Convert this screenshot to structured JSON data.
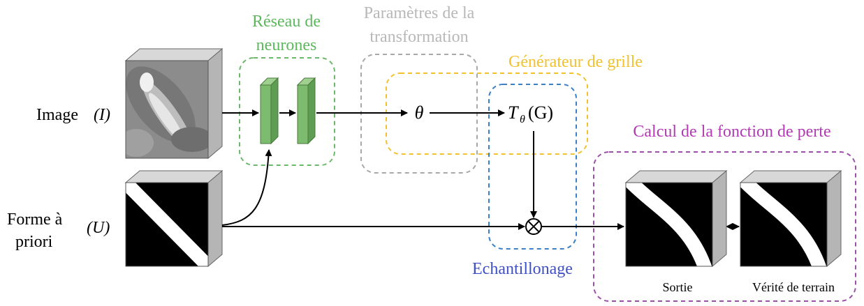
{
  "labels": {
    "image": "Image",
    "image_symbol": "(I)",
    "forme_line1": "Forme à",
    "forme_line2": "priori",
    "forme_symbol": "(U)",
    "reseau_line1": "Réseau de",
    "reseau_line2": "neurones",
    "params_line1": "Paramètres de la",
    "params_line2": "transformation",
    "generateur": "Générateur de grille",
    "echantillonage": "Echantillonage",
    "calcul": "Calcul de la fonction de perte",
    "theta": "θ",
    "transform_T": "T",
    "transform_sub": "θ",
    "transform_arg": "(G)",
    "multiply": "⊗",
    "sortie": "Sortie",
    "verite": "Vérité de terrain"
  },
  "colors": {
    "green": "#6bb86b",
    "gray": "#a8a8a8",
    "yellow": "#f2c12e",
    "blue": "#3b7fc4",
    "purple": "#9b4fa8",
    "network": "#7dbb6f",
    "echantillonage_text": "#3f4fc4",
    "generateur_text": "#f2c12e",
    "reseau_text": "#5cb85c",
    "params_text": "#b8b8b8",
    "calcul_text": "#b13ab3"
  }
}
